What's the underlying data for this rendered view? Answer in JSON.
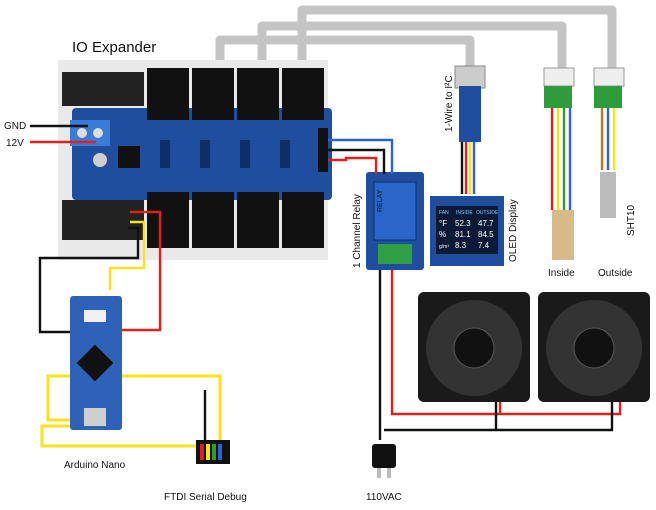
{
  "title": "IO Expander",
  "power": {
    "gnd": "GND",
    "v12": "12V"
  },
  "relay": {
    "label": "1 Channel Relay",
    "board_text": "RELAY"
  },
  "i2c": {
    "label": "1-Wire to I²C"
  },
  "oled": {
    "label": "OLED Display",
    "headers": [
      "FAN",
      "INSIDE",
      "OUTSIDE"
    ],
    "rows": [
      [
        "°F",
        "52.3",
        "47.7"
      ],
      [
        "%",
        "81.1",
        "84.5"
      ],
      [
        "g/m³",
        "8.3",
        "7.4"
      ]
    ]
  },
  "sensors": {
    "inside": "Inside",
    "outside": "Outside",
    "sht10": "SHT10"
  },
  "arduino": {
    "label": "Arduino Nano"
  },
  "ftdi": {
    "label": "FTDI Serial Debug"
  },
  "plug": {
    "label": "110VAC"
  },
  "colors": {
    "board_blue": "#1f4e9e",
    "wire_red": "#e0201c",
    "wire_black": "#111111",
    "wire_yellow": "#f6e31a",
    "wire_blue": "#2b63d6",
    "wire_green": "#2aa02a",
    "cable_gray": "#c4c4c4"
  }
}
